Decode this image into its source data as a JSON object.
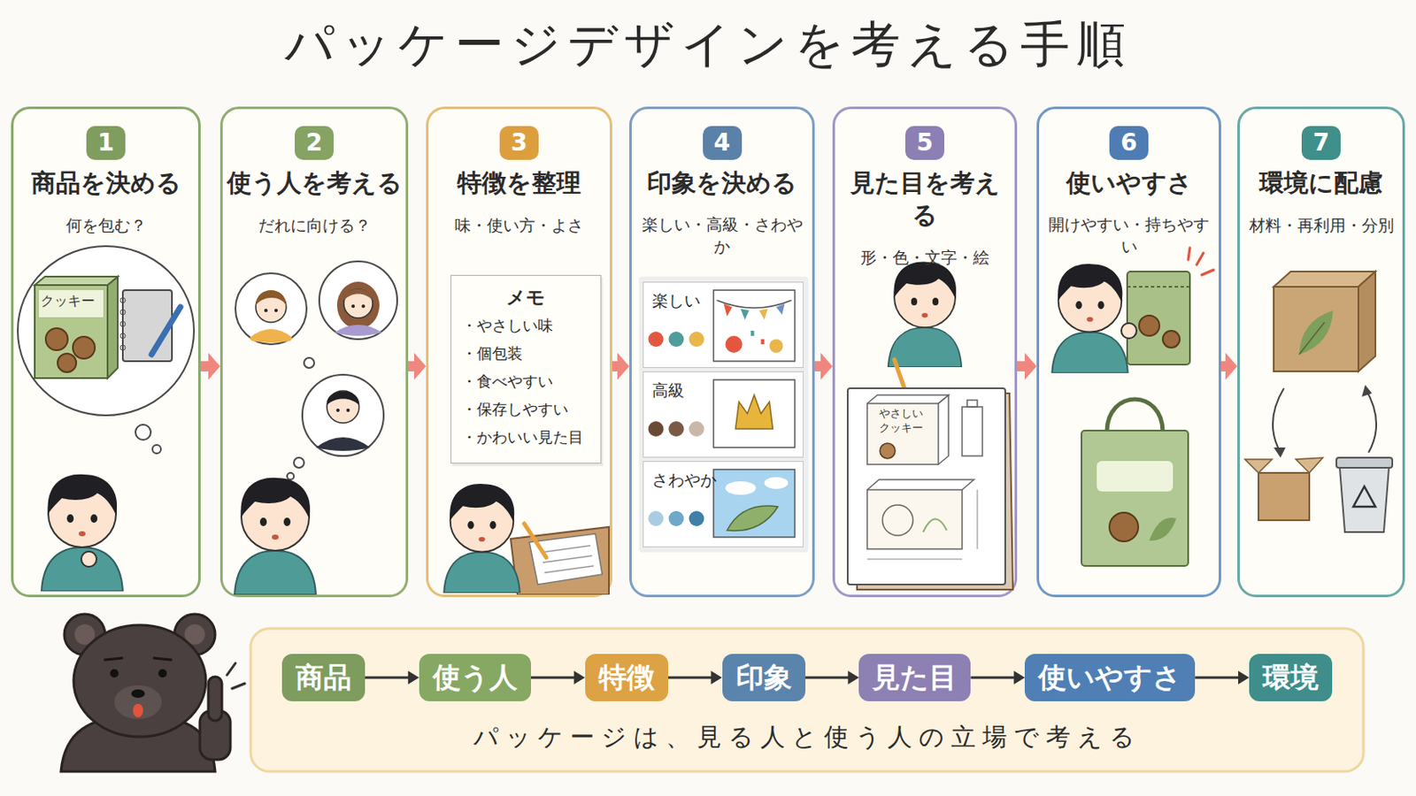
{
  "diagram": {
    "title": "パッケージデザインを考える手順",
    "nodes": [
      {
        "text": [
          "商品を決める",
          "何を包む？"
        ]
      },
      {
        "text": [
          "1"
        ],
        "in": 0
      },
      {
        "text": [
          "使う人を考える",
          "だれに向ける？"
        ]
      },
      {
        "text": [
          "2"
        ],
        "in": 2
      },
      {
        "text": [
          "特徴を整理",
          "味・使い方・よさ"
        ]
      },
      {
        "text": [
          "3"
        ],
        "in": 4
      },
      {
        "text": [
          "メモ",
          "・やさしい味",
          "・個包装",
          "・食べやすい",
          "・保存しやすい",
          "・かわいい見た目"
        ],
        "in": 4
      },
      {
        "text": [
          "印象を決める",
          "楽しい・高級・さわやか"
        ]
      },
      {
        "text": [
          "4"
        ],
        "in": 7
      },
      {
        "text": [
          "楽しい"
        ],
        "in": 7
      },
      {
        "text": [
          "高級"
        ],
        "in": 7
      },
      {
        "text": [
          "さわやか"
        ],
        "in": 7
      },
      {
        "text": [
          "見た目を考える",
          "形・色・文字・絵"
        ]
      },
      {
        "text": [
          "5"
        ],
        "in": 12
      },
      {
        "text": [
          "使いやすさ",
          "開けやすい・持ちやすい"
        ]
      },
      {
        "text": [
          "6"
        ],
        "in": 14
      },
      {
        "text": [
          "環境に配慮",
          "材料・再利用・分別"
        ]
      },
      {
        "text": [
          "7"
        ],
        "in": 16
      },
      {
        "text": [
          "パッケージは、見る人と使う人の立場で考える"
        ]
      },
      {
        "text": [
          "商品"
        ],
        "in": 18
      },
      {
        "text": [
          "使う人"
        ],
        "in": 18
      },
      {
        "text": [
          "特徴"
        ],
        "in": 18
      },
      {
        "text": [
          "印象"
        ],
        "in": 18
      },
      {
        "text": [
          "見た目"
        ],
        "in": 18
      },
      {
        "text": [
          "使いやすさ"
        ],
        "in": 18
      },
      {
        "text": [
          "環境"
        ],
        "in": 18
      }
    ],
    "edges": [
      {
        "from": 0,
        "to": 2,
        "arrow": "to"
      },
      {
        "from": 2,
        "to": 4,
        "arrow": "to"
      },
      {
        "from": 4,
        "to": 7,
        "arrow": "to"
      },
      {
        "from": 7,
        "to": 12,
        "arrow": "to"
      },
      {
        "from": 12,
        "to": 14,
        "arrow": "to"
      },
      {
        "from": 14,
        "to": 16,
        "arrow": "to"
      },
      {
        "from": 19,
        "to": 20,
        "arrow": "to"
      },
      {
        "from": 20,
        "to": 21,
        "arrow": "to"
      },
      {
        "from": 21,
        "to": 22,
        "arrow": "to"
      },
      {
        "from": 22,
        "to": 23,
        "arrow": "to"
      },
      {
        "from": 23,
        "to": 24,
        "arrow": "to"
      },
      {
        "from": 24,
        "to": 25,
        "arrow": "to"
      }
    ],
    "labels": [
      "クッキー",
      "やさしい クッキー"
    ]
  }
}
